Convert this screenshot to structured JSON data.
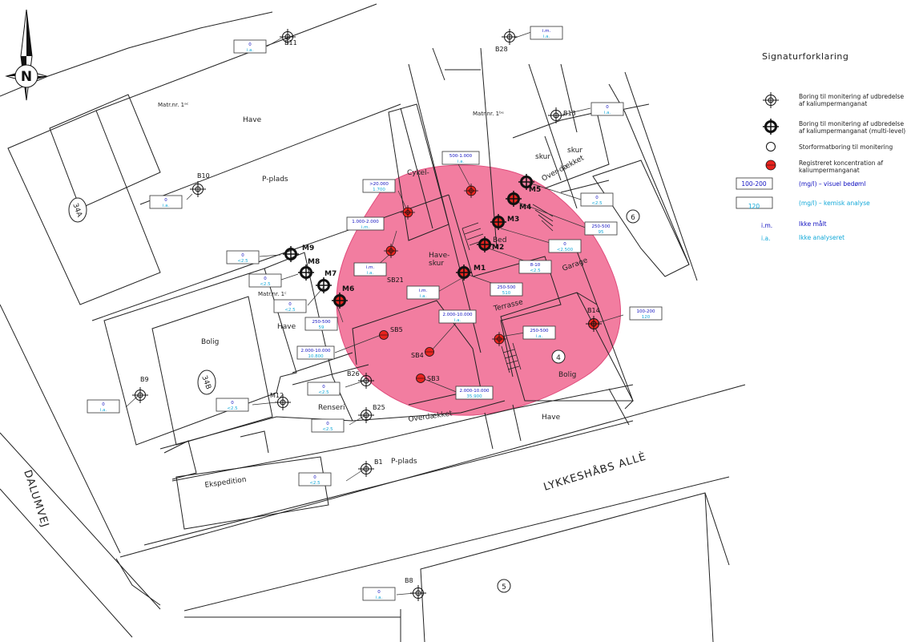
{
  "legend": {
    "title": "Signaturforklaring",
    "items": [
      {
        "line1": "Boring til monitering af udbredelse",
        "line2": "af kaliumpermanganat"
      },
      {
        "line1": "Boring til monitering af udbredelse",
        "line2": "af kaliumpermanganat (multi-level)"
      },
      {
        "line1": "Storformatboring til monitering",
        "line2": ""
      },
      {
        "line1": "Registreret koncentration af",
        "line2": "kaliumpermanganat"
      }
    ],
    "box_visual": "100-200",
    "box_visual_desc": "(mg/l) – visuel bedøml",
    "box_chem": "120",
    "box_chem_desc": "(mg/l) – kemisk analyse",
    "im_abbr": "i.m.",
    "im_desc": "Ikke målt",
    "ia_abbr": "i.a.",
    "ia_desc": "Ikke analyseret"
  },
  "map": {
    "north_label": "N",
    "roads": [
      "LYKKESHÅBS ALLÈ",
      "DALUMVEJ"
    ],
    "area_labels": [
      "Matr.nr. 1ᵃᶜ",
      "Matr.nr. 1ᵇᵉ",
      "Matr.nr. 1ᶜ",
      "Have",
      "P-plads",
      "Have",
      "Bolig",
      "Have-skur",
      "Cykel-",
      "skur",
      "skur",
      "Over-dækket",
      "Bed",
      "Garage",
      "Terrasse",
      "Bolig",
      "Renseri",
      "Overdækket",
      "Have",
      "P-plads",
      "Ekspedition"
    ],
    "house_numbers": [
      "34A",
      "34B",
      "4",
      "5",
      "6"
    ],
    "colors": {
      "plume": "#f06b93",
      "plume_stroke": "#e04c7c",
      "marker_fill": "#e8231e",
      "visual_text": "#1010c0",
      "chem_text": "#12a8d8"
    },
    "points": [
      {
        "id": "B11",
        "type": "boring",
        "visual": "0",
        "chem": "i.a."
      },
      {
        "id": "B28",
        "type": "boring",
        "visual": "i.m.",
        "chem": "i.a."
      },
      {
        "id": "B13",
        "type": "boring",
        "visual": "0",
        "chem": "i.a."
      },
      {
        "id": "B10",
        "type": "boring",
        "visual": "0",
        "chem": "i.a."
      },
      {
        "id": "M9",
        "type": "multilevel",
        "visual": "0",
        "chem": "<2.5"
      },
      {
        "id": "M8",
        "type": "multilevel",
        "visual": "0",
        "chem": "<2.5"
      },
      {
        "id": "M7",
        "type": "multilevel",
        "visual": "0",
        "chem": "<2.5"
      },
      {
        "id": "M6",
        "type": "multilevel-positive",
        "visual": "250-500",
        "chem": "59"
      },
      {
        "id": "M5",
        "type": "multilevel",
        "visual": "0",
        "chem": "<2.5"
      },
      {
        "id": "M4",
        "type": "multilevel-positive",
        "visual": "250-500",
        "chem": "95"
      },
      {
        "id": "M3",
        "type": "multilevel-positive",
        "visual": "0",
        "chem": "<2.500"
      },
      {
        "id": "M2",
        "type": "multilevel-positive",
        "visual": "8-10",
        "chem": "<2.5"
      },
      {
        "id": "M1",
        "type": "multilevel-positive",
        "visual": "250-500",
        "chem": "510"
      },
      {
        "id": "SB21",
        "type": "storformat-positive",
        "visual": "1.000-2.000",
        "chem": "i.m."
      },
      {
        "id": "SB21b",
        "type": "box-only",
        "visual": "i.m.",
        "chem": "i.a."
      },
      {
        "id": "SB16",
        "type": "box-only",
        "visual": "i.m.",
        "chem": "i.a."
      },
      {
        "id": "SB-cykel",
        "type": "storformat-positive",
        "visual": ">20.000",
        "chem": "1.700"
      },
      {
        "id": "SB-top",
        "type": "storformat-positive",
        "visual": "500-1.000",
        "chem": "i.a."
      },
      {
        "id": "SB5",
        "type": "positive",
        "visual": "2.000-10.000",
        "chem": "10.800"
      },
      {
        "id": "SB4",
        "type": "positive",
        "visual": "2.000-10.000",
        "chem": "i.a."
      },
      {
        "id": "SB3",
        "type": "positive",
        "visual": "2.000-10.000",
        "chem": "35.900"
      },
      {
        "id": "SB-terrasse",
        "type": "storformat-positive",
        "visual": "250-500",
        "chem": "i.a."
      },
      {
        "id": "B14",
        "type": "boring-positive",
        "visual": "100-200",
        "chem": "120"
      },
      {
        "id": "B26",
        "type": "boring",
        "visual": "0",
        "chem": "<2.5"
      },
      {
        "id": "B25",
        "type": "boring",
        "visual": "0",
        "chem": "<2.5"
      },
      {
        "id": "M12",
        "type": "boring",
        "visual": "0",
        "chem": "<2.5"
      },
      {
        "id": "B9",
        "type": "boring",
        "visual": "0",
        "chem": "i.a."
      },
      {
        "id": "B1",
        "type": "boring",
        "visual": "0",
        "chem": "<2.5"
      },
      {
        "id": "B8",
        "type": "boring",
        "visual": "0",
        "chem": "i.a."
      }
    ]
  }
}
